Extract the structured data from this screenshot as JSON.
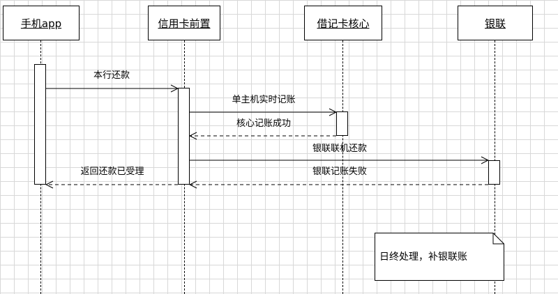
{
  "participants": [
    {
      "id": "app",
      "label": "手机app"
    },
    {
      "id": "credit",
      "label": "信用卡前置"
    },
    {
      "id": "debit",
      "label": "借记卡核心"
    },
    {
      "id": "unionpay",
      "label": "银联"
    }
  ],
  "messages": [
    {
      "id": "m1",
      "label": "本行还款",
      "from": "手机app",
      "to": "信用卡前置",
      "style": "solid"
    },
    {
      "id": "m2",
      "label": "单主机实时记账",
      "from": "信用卡前置",
      "to": "借记卡核心",
      "style": "solid"
    },
    {
      "id": "m3",
      "label": "核心记账成功",
      "from": "借记卡核心",
      "to": "信用卡前置",
      "style": "dashed"
    },
    {
      "id": "m4",
      "label": "银联联机还款",
      "from": "信用卡前置",
      "to": "银联",
      "style": "solid"
    },
    {
      "id": "m5",
      "label": "银联记账失败",
      "from": "银联",
      "to": "信用卡前置",
      "style": "dashed"
    },
    {
      "id": "m6",
      "label": "返回还款已受理",
      "from": "信用卡前置",
      "to": "手机app",
      "style": "dashed"
    }
  ],
  "note": {
    "text": "日终处理，补银联账"
  }
}
